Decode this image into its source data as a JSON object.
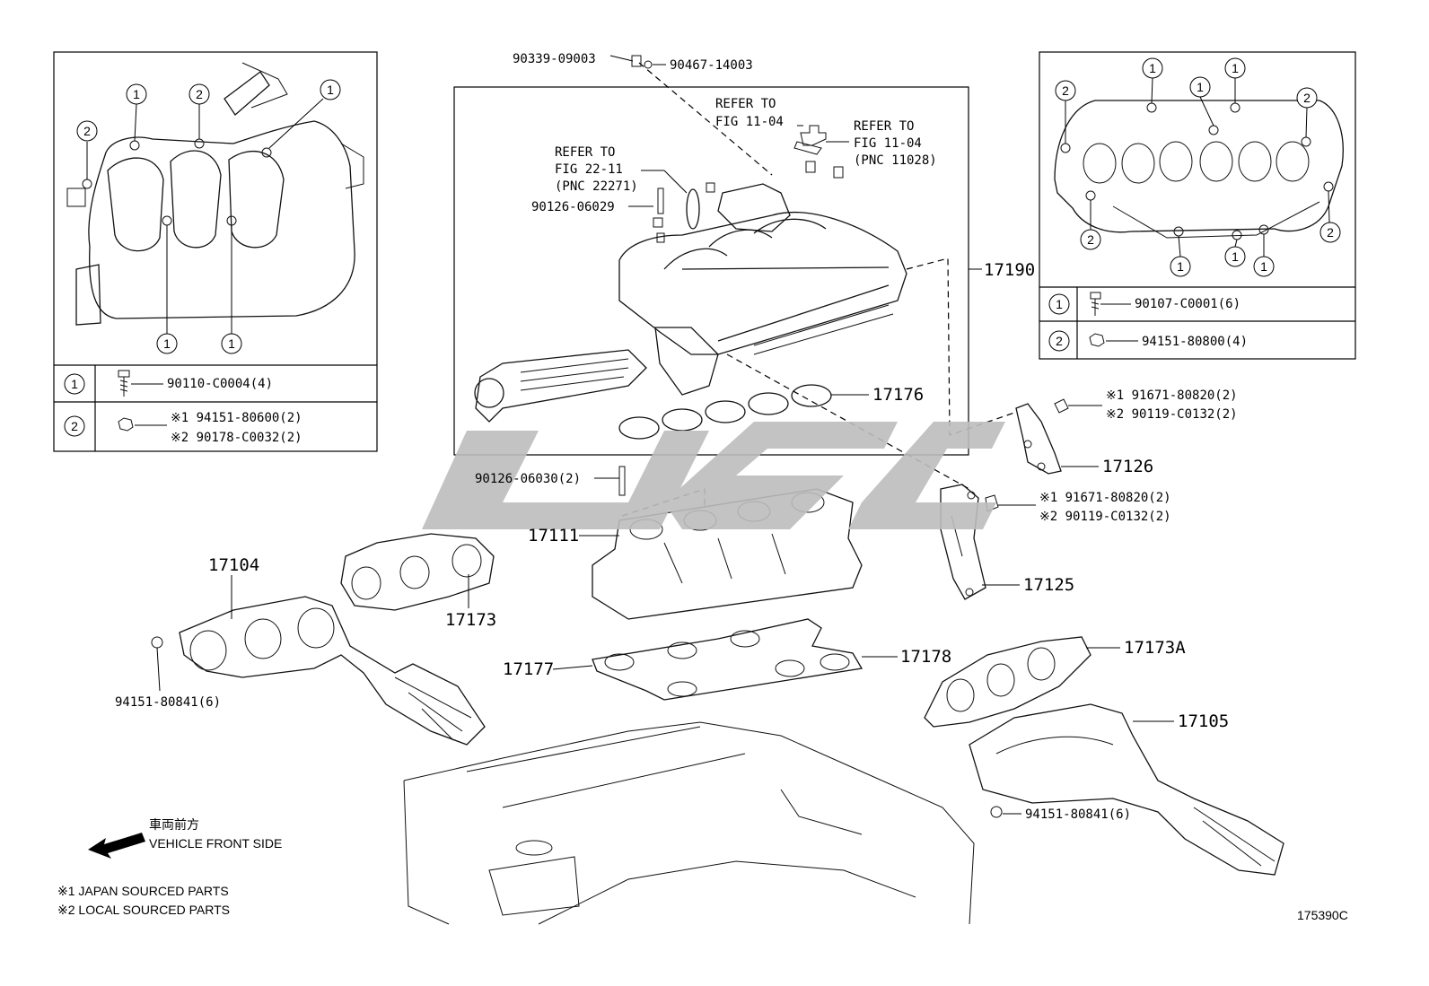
{
  "diagram_id": "175390C",
  "watermark": {
    "text": "USC",
    "color": "#bdbdbd"
  },
  "legend": {
    "front_jp": "車両前方",
    "front_en": "VEHICLE FRONT SIDE",
    "note1": "※1 JAPAN SOURCED PARTS",
    "note2": "※2 LOCAL SOURCED PARTS"
  },
  "left_inset": {
    "markers": [
      "1",
      "2"
    ],
    "fasteners": [
      {
        "key": "1",
        "text": "90110-C0004(4)"
      },
      {
        "key": "2",
        "line1": "※1 94151-80600(2)",
        "line2": "※2 90178-C0032(2)"
      }
    ]
  },
  "right_inset": {
    "markers": [
      "1",
      "2"
    ],
    "fasteners": [
      {
        "key": "1",
        "text": "90107-C0001(6)"
      },
      {
        "key": "2",
        "text": "94151-80800(4)"
      }
    ]
  },
  "labels": {
    "p90339": "90339-09003",
    "p90467": "90467-14003",
    "refer1_l1": "REFER TO",
    "refer1_l2": "FIG 11-04",
    "refer2_l1": "REFER TO",
    "refer2_l2": "FIG 11-04",
    "refer2_l3": "(PNC 11028)",
    "refer3_l1": "REFER TO",
    "refer3_l2": "FIG 22-11",
    "refer3_l3": "(PNC 22271)",
    "p90126a": "90126-06029",
    "p17190": "17190",
    "p17176": "17176",
    "p17126": "17126",
    "p17126_b1": "※1 91671-80820(2)",
    "p17126_b2": "※2 90119-C0132(2)",
    "p90126b": "90126-06030(2)",
    "p17111": "17111",
    "p17125": "17125",
    "p17125_b1": "※1 91671-80820(2)",
    "p17125_b2": "※2 90119-C0132(2)",
    "p17104": "17104",
    "p17173": "17173",
    "p94151l": "94151-80841(6)",
    "p17177": "17177",
    "p17178": "17178",
    "p17173a": "17173A",
    "p17105": "17105",
    "p94151r": "94151-80841(6)"
  }
}
